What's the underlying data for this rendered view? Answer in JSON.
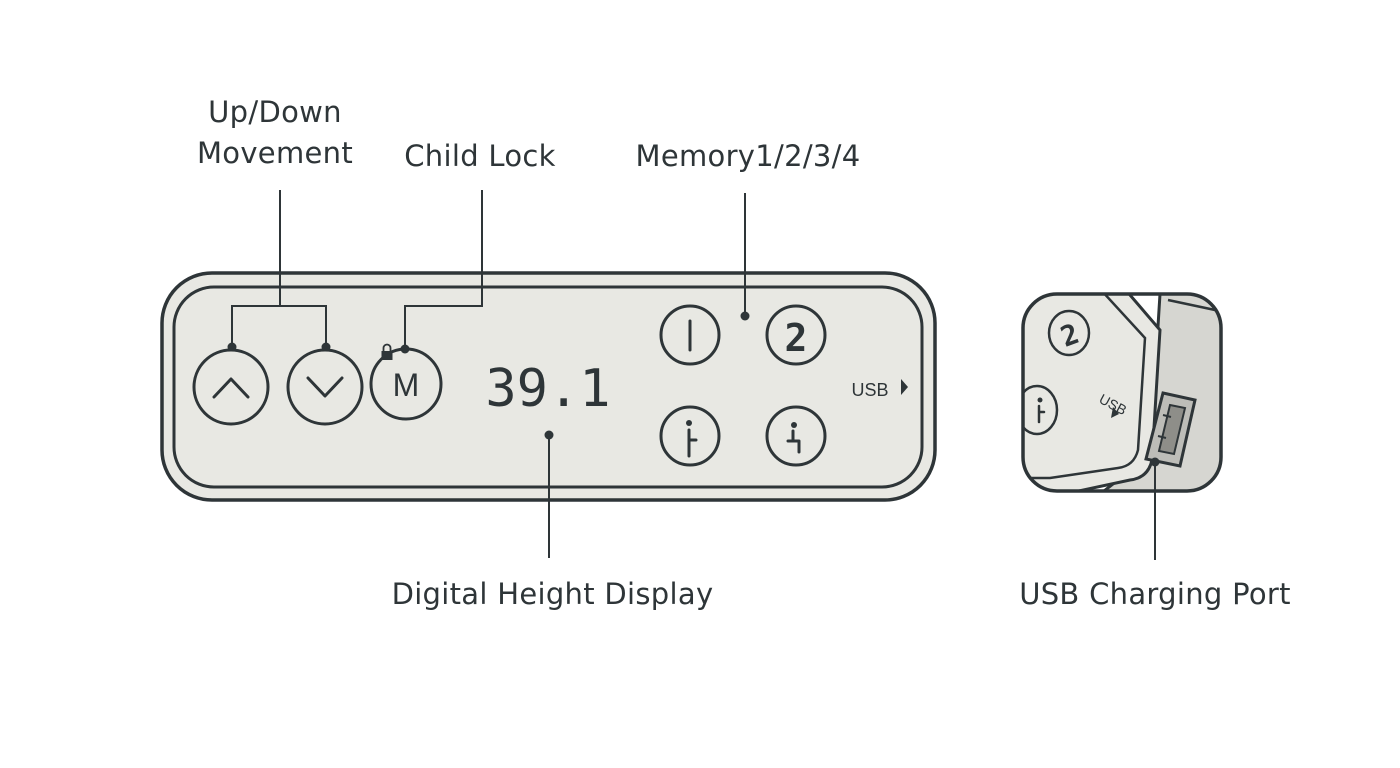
{
  "labels": {
    "up_down_line1": "Up/Down",
    "up_down_line2": "Movement",
    "child_lock": "Child Lock",
    "memory": "Memory1/2/3/4",
    "digital_display": "Digital Height Display",
    "usb_port": "USB Charging Port"
  },
  "panel": {
    "height_value": "39.1",
    "mode_button": "M",
    "memory_1": "1",
    "memory_2": "2",
    "usb_text": "USB"
  },
  "inset": {
    "memory_2": "2",
    "usb_text": "USB"
  },
  "icons": {
    "up": "chevron-up-icon",
    "down": "chevron-down-icon",
    "lock": "lock-icon",
    "stand": "standing-person-icon",
    "sit": "sitting-person-icon",
    "usb_arrow": "triangle-right-icon"
  },
  "colors": {
    "stroke": "#2e3538",
    "panel_fill": "#e8e8e3",
    "background": "#ffffff"
  }
}
